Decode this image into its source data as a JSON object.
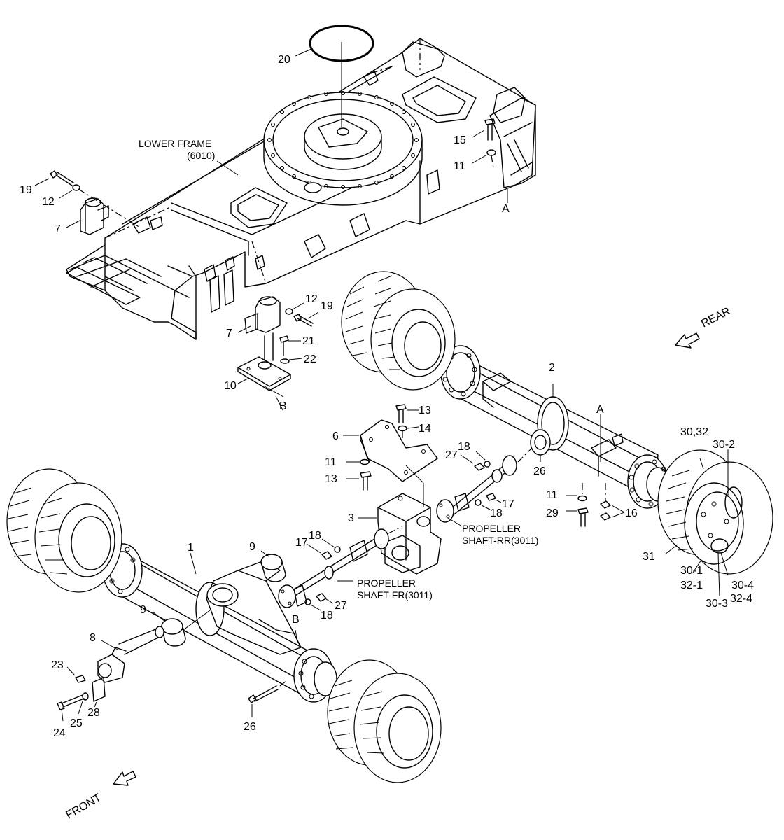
{
  "labels": {
    "lower_frame": [
      "LOWER FRAME",
      "(6010)"
    ],
    "rear": "REAR",
    "front": "FRONT",
    "propeller_rr": [
      "PROPELLER",
      "SHAFT-RR(3011)"
    ],
    "propeller_fr": [
      "PROPELLER",
      "SHAFT-FR(3011)"
    ],
    "ref_a": "A",
    "ref_b": "B"
  },
  "callouts": {
    "c1": "1",
    "c2": "2",
    "c3": "3",
    "c6": "6",
    "c7": "7",
    "c8": "8",
    "c9": "9",
    "c10": "10",
    "c11": "11",
    "c12": "12",
    "c13": "13",
    "c14": "14",
    "c15": "15",
    "c16": "16",
    "c17": "17",
    "c18": "18",
    "c19": "19",
    "c20": "20",
    "c21": "21",
    "c22": "22",
    "c23": "23",
    "c24": "24",
    "c25": "25",
    "c26": "26",
    "c27": "27",
    "c28": "28",
    "c29": "29",
    "c30_32": "30,32",
    "c30_1": "30-1",
    "c30_2": "30-2",
    "c30_3": "30-3",
    "c30_4": "30-4",
    "c31": "31",
    "c32_1": "32-1",
    "c32_4": "32-4"
  }
}
